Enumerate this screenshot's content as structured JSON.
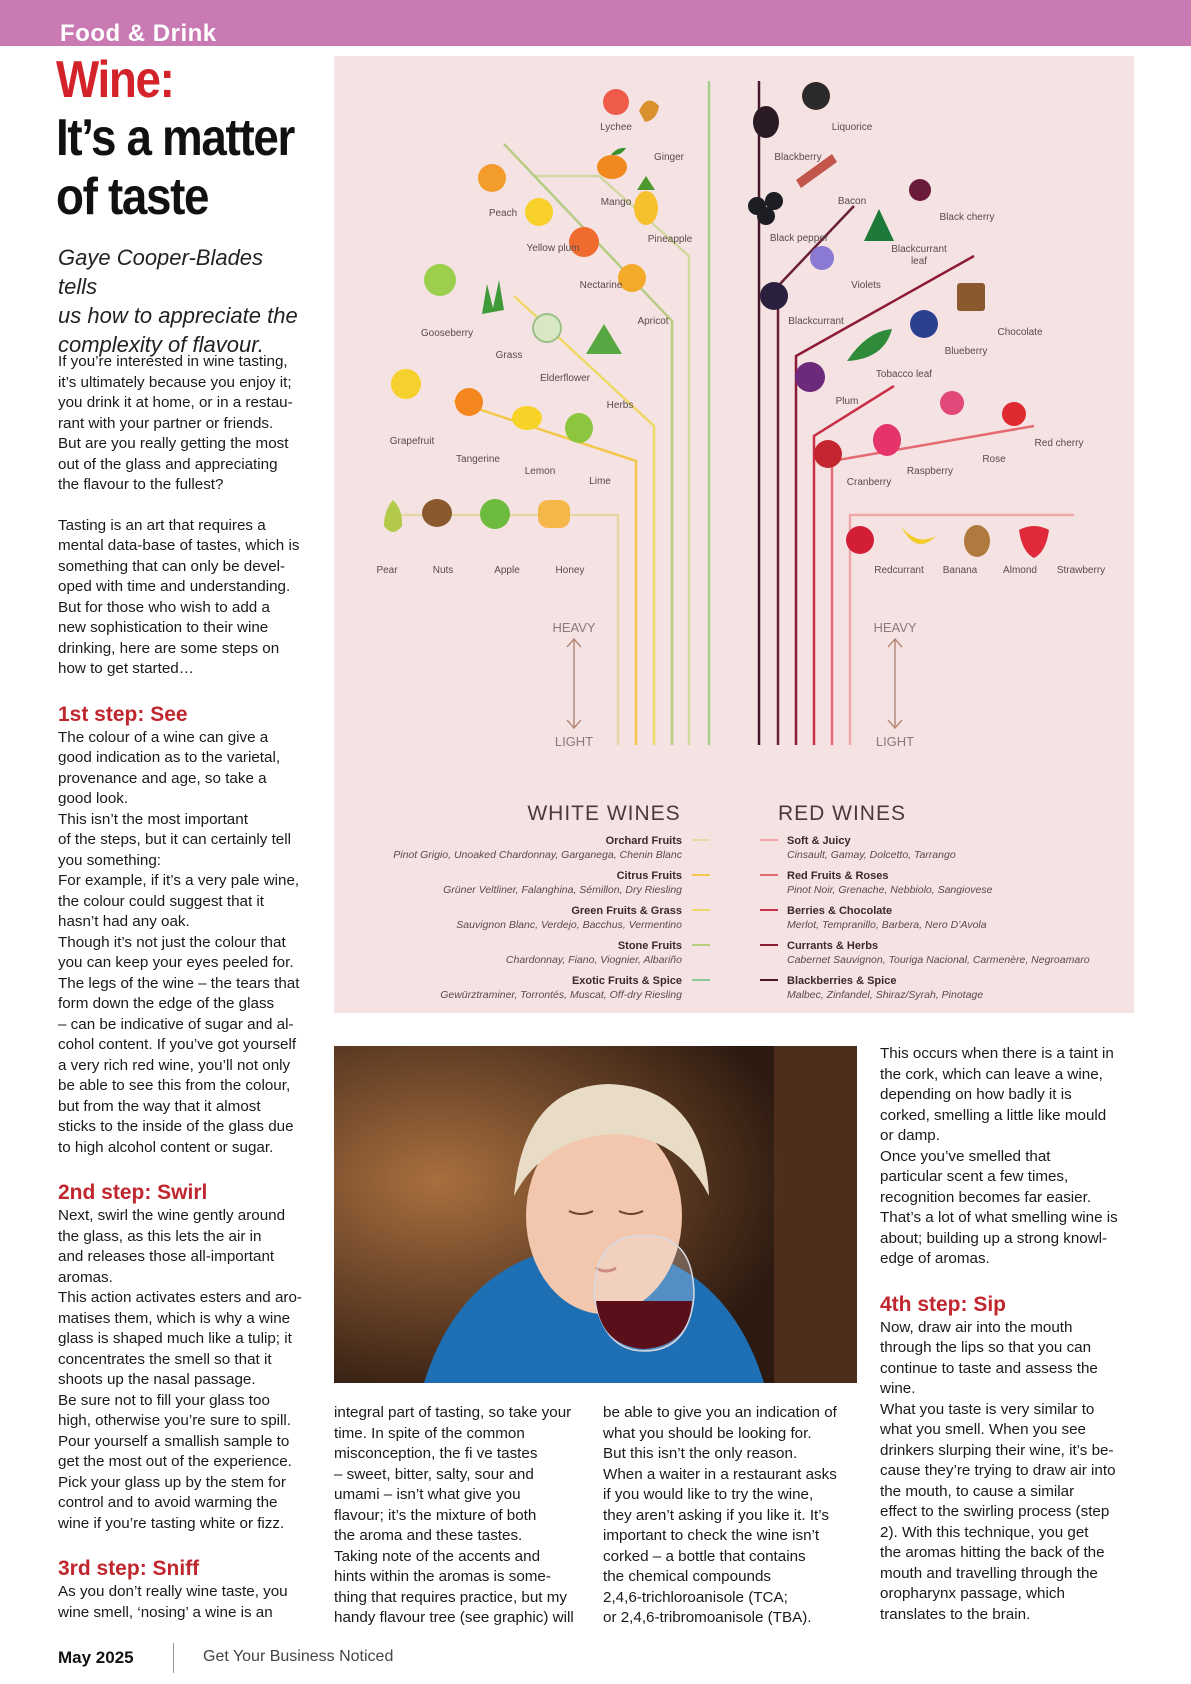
{
  "header": {
    "section": "Food & Drink"
  },
  "title": {
    "line1": "Wine:",
    "line2": "It’s a matter",
    "line3": "of taste"
  },
  "standfirst": [
    "Gaye Cooper-Blades tells",
    "us how to appreciate the",
    "complexity of flavour."
  ],
  "intro": [
    [
      "If you’re interested in wine tasting,",
      "it’s ultimately because you enjoy it;",
      "you drink it at home, or in a restau-",
      "rant with your partner or friends.",
      "But are you really getting the most",
      "out of the glass and appreciating",
      "the flavour to the fullest?"
    ],
    [
      "Tasting is an art that requires a",
      "mental data-base of tastes, which is",
      "something that can only be devel-",
      "oped with time and understanding.",
      "But for those who wish to add a",
      "new sophistication to their wine",
      "drinking, here are some steps on",
      "how to get started…"
    ]
  ],
  "step1": {
    "heading": "1st step: See",
    "lines": [
      "The colour of a wine can give a",
      "good indication as to the varietal,",
      "provenance and age, so take a",
      "good look.",
      "This isn’t the most important",
      "of the steps, but it can certainly tell",
      "you something:",
      "For example, if it’s a very pale wine,",
      "the colour could suggest that it",
      "hasn’t had any oak.",
      "Though it’s not just the colour that",
      "you can keep your eyes peeled for.",
      "The legs of the wine – the tears that",
      "form down the edge of the glass",
      "– can be indicative of sugar and al-",
      "cohol content. If you’ve got yourself",
      "a very rich red wine, you’ll not only",
      "be able to see this from the colour,",
      "but from the way that it almost",
      "sticks to the inside of the glass due",
      "to high alcohol content or sugar."
    ]
  },
  "step2": {
    "heading": "2nd step: Swirl",
    "lines": [
      "Next, swirl the wine gently around",
      "the glass, as this lets the air in",
      "and releases those all-important",
      "aromas.",
      "This action activates esters and aro-",
      "matises them, which is why a wine",
      "glass is shaped much like a tulip; it",
      "concentrates the smell so that it",
      "shoots up the nasal passage.",
      "Be sure not to fill your glass too",
      "high, otherwise you’re sure to spill.",
      "Pour yourself a smallish sample to",
      "get the most out of the experience.",
      "Pick your glass up by the stem for",
      "control and to avoid warming the",
      "wine if you’re tasting white or fizz."
    ]
  },
  "step3": {
    "heading": "3rd step: Sniff",
    "lines": [
      "As you don’t really wine taste, you",
      "wine smell, ‘nosing’ a wine is an"
    ]
  },
  "mid_col": [
    "integral part of tasting, so take your",
    "time. In spite of the common",
    "misconception, the fi ve tastes",
    "– sweet, bitter, salty, sour and",
    "umami – isn’t what give you",
    "flavour; it’s the mixture of both",
    "the aroma and these tastes.",
    "Taking note of the accents and",
    "hints within the aromas is some-",
    "thing that requires practice, but my",
    "handy flavour tree (see graphic) will"
  ],
  "mid_col2": [
    "be able to give you an indication of",
    "what you should be looking for.",
    "But this isn’t the only reason.",
    "When a waiter in a restaurant asks",
    "if you would like to try the wine,",
    "they aren’t asking if you like it. It’s",
    "important to check the wine isn’t",
    "corked – a bottle that contains",
    "the chemical compounds",
    "2,4,6-trichloroanisole (TCA;",
    "or 2,4,6-tribromoanisole (TBA)."
  ],
  "right_col": [
    "This occurs when there is a taint in",
    "the cork, which can leave a wine,",
    "depending on how badly it is",
    "corked, smelling a little like mould",
    "or damp.",
    "Once you’ve smelled that",
    "particular scent a few times,",
    "recognition becomes far easier.",
    "That’s a lot of what smelling wine is",
    "about; building up a strong knowl-",
    "edge of aromas."
  ],
  "step4": {
    "heading": "4th step: Sip",
    "lines": [
      "Now, draw air into the mouth",
      "through the lips so that you can",
      "continue to taste and assess the",
      "wine.",
      "What you taste is very similar to",
      "what you smell. When you see",
      "drinkers slurping their wine, it’s be-",
      "cause they’re trying to draw air into",
      "the mouth, to cause a similar",
      "effect to the swirling process (step",
      "2). With this technique, you get",
      "the aromas hitting the back of the",
      "mouth and travelling through the",
      "oropharynx passage, which",
      "translates to the brain."
    ]
  },
  "infographic": {
    "white_title": "WHITE WINES",
    "red_title": "RED WINES",
    "heavy": "HEAVY",
    "light": "LIGHT",
    "white_flavours": {
      "lychee": "Lychee",
      "ginger": "Ginger",
      "mango": "Mango",
      "pineapple": "Pineapple",
      "peach": "Peach",
      "yellow_plum": "Yellow plum",
      "nectarine": "Nectarine",
      "apricot": "Apricot",
      "gooseberry": "Gooseberry",
      "grass": "Grass",
      "elderflower": "Elderflower",
      "herbs": "Herbs",
      "grapefruit": "Grapefruit",
      "tangerine": "Tangerine",
      "lemon": "Lemon",
      "lime": "Lime",
      "pear": "Pear",
      "nuts": "Nuts",
      "apple": "Apple",
      "honey": "Honey"
    },
    "red_flavours": {
      "blackberry": "Blackberry",
      "liquorice": "Liquorice",
      "bacon": "Bacon",
      "black_pepper": "Black pepper",
      "black_cherry": "Black cherry",
      "blackcurrant_leaf_1": "Blackcurrant",
      "blackcurrant_leaf_2": "leaf",
      "violets": "Violets",
      "blackcurrant": "Blackcurrant",
      "chocolate": "Chocolate",
      "blueberry": "Blueberry",
      "tobacco_leaf": "Tobacco leaf",
      "plum": "Plum",
      "rose": "Rose",
      "red_cherry": "Red cherry",
      "cranberry": "Cranberry",
      "raspberry": "Raspberry",
      "redcurrant": "Redcurrant",
      "banana": "Banana",
      "almond": "Almond",
      "strawberry": "Strawberry"
    },
    "white_legend": [
      {
        "name": "Orchard Fruits",
        "wines": "Pinot Grigio, Unoaked Chardonnay, Garganega, Chenin Blanc",
        "color": "#e9d9a6"
      },
      {
        "name": "Citrus Fruits",
        "wines": "Grüner Veltliner, Falanghina, Sémillon, Dry Riesling",
        "color": "#f2c84a"
      },
      {
        "name": "Green Fruits & Grass",
        "wines": "Sauvignon Blanc, Verdejo, Bacchus, Vermentino",
        "color": "#eed86a"
      },
      {
        "name": "Stone Fruits",
        "wines": "Chardonnay, Fiano, Viognier, Albariño",
        "color": "#b9cf7e"
      },
      {
        "name": "Exotic Fruits & Spice",
        "wines": "Gewürztraminer, Torrontés, Muscat, Off-dry Riesling",
        "color": "#8fc79a"
      }
    ],
    "red_legend": [
      {
        "name": "Soft & Juicy",
        "wines": "Cinsault, Gamay, Dolcetto, Tarrango",
        "color": "#f0a6a8"
      },
      {
        "name": "Red Fruits & Roses",
        "wines": "Pinot Noir, Grenache, Nebbiolo, Sangiovese",
        "color": "#e56b72"
      },
      {
        "name": "Berries & Chocolate",
        "wines": "Merlot, Tempranillo, Barbera, Nero D’Avola",
        "color": "#c93046"
      },
      {
        "name": "Currants & Herbs",
        "wines": "Cabernet Sauvignon, Touriga Nacional, Carmenère, Negroamaro",
        "color": "#8c1b34"
      },
      {
        "name": "Blackberries & Spice",
        "wines": "Malbec, Zinfandel, Shiraz/Syrah, Pinotage",
        "color": "#4a1a2c"
      }
    ]
  },
  "footer": {
    "month": "May 2025",
    "tagline": "Get Your Business Noticed"
  }
}
